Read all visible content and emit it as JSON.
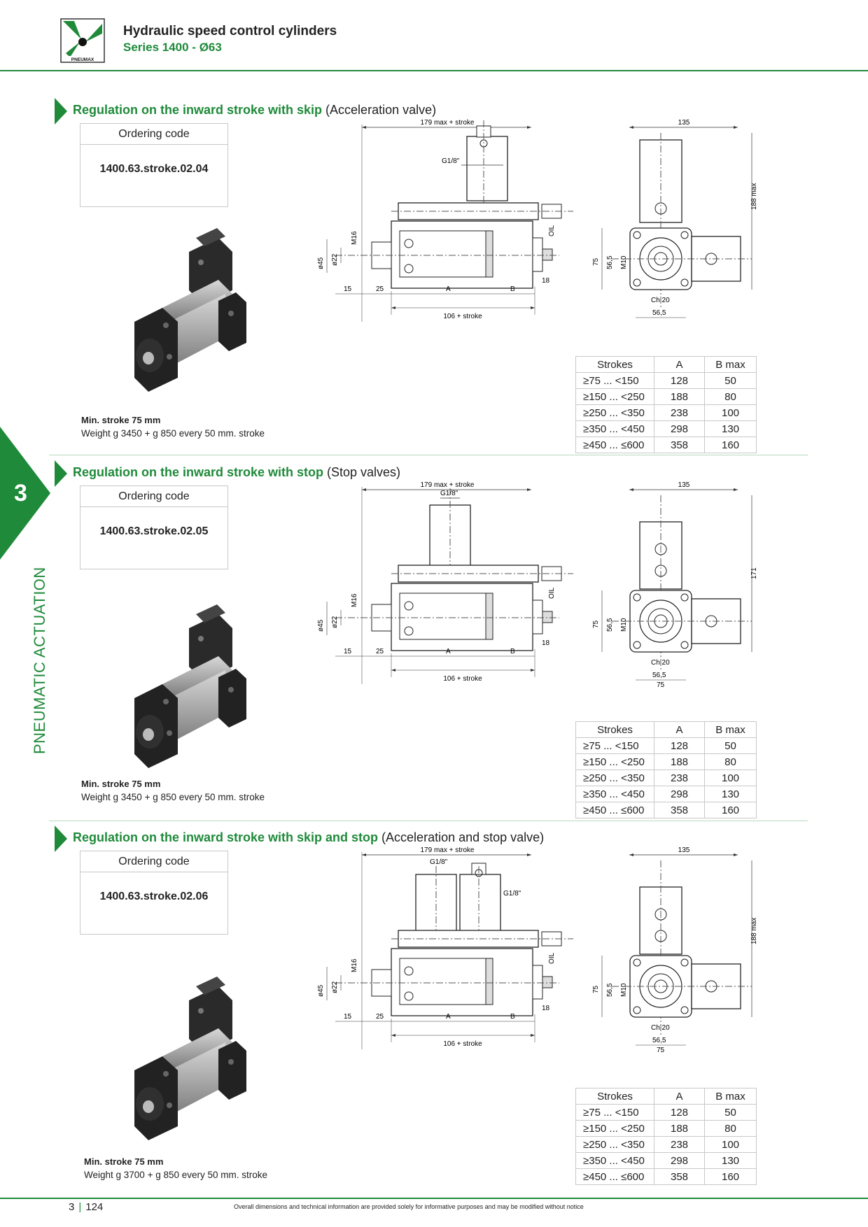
{
  "header": {
    "title": "Hydraulic speed control cylinders",
    "subtitle": "Series 1400 - Ø63",
    "logo_text": "PNEUMAX"
  },
  "side": {
    "chapter": "3",
    "label": "PNEUMATIC ACTUATION"
  },
  "sections": [
    {
      "title_bold": "Regulation on the inward stroke with skip",
      "title_rest": " (Acceleration valve)",
      "ordering_label": "Ordering code",
      "ordering_code": "1400.63.stroke.02.04",
      "min_stroke": "Min. stroke 75 mm",
      "weight": "Weight g 3450 + g 850 every 50 mm. stroke",
      "dims": {
        "length": "179 max + stroke",
        "g": "G1/8\"",
        "m16": "M16",
        "d45": "ø45",
        "d22": "ø22",
        "oil": "OIL",
        "d15": "15",
        "d25": "25",
        "a": "A",
        "b": "B",
        "d18": "18",
        "base": "106 + stroke",
        "width": "135",
        "height": "188 max",
        "h75": "75",
        "h565": "56,5",
        "m10": "M10",
        "ch": "Ch 20",
        "w565": "56,5",
        "w75": ""
      }
    },
    {
      "title_bold": "Regulation on the inward stroke with stop",
      "title_rest": " (Stop valves)",
      "ordering_label": "Ordering code",
      "ordering_code": "1400.63.stroke.02.05",
      "min_stroke": "Min. stroke 75 mm",
      "weight": "Weight g 3450 + g 850 every 50 mm. stroke",
      "dims": {
        "length": "179 max + stroke",
        "g": "G1/8\"",
        "m16": "M16",
        "d45": "ø45",
        "d22": "ø22",
        "oil": "OIL",
        "d15": "15",
        "d25": "25",
        "a": "A",
        "b": "B",
        "d18": "18",
        "base": "106 + stroke",
        "width": "135",
        "height": "171",
        "h75": "75",
        "h565": "56,5",
        "m10": "M10",
        "ch": "Ch 20",
        "w565": "56,5",
        "w75": "75"
      }
    },
    {
      "title_bold": "Regulation on the inward stroke with skip and stop",
      "title_rest": " (Acceleration and stop valve)",
      "ordering_label": "Ordering code",
      "ordering_code": "1400.63.stroke.02.06",
      "min_stroke": "Min. stroke 75 mm",
      "weight": "Weight g 3700 + g 850 every 50 mm. stroke",
      "dims": {
        "length": "179 max + stroke",
        "g": "G1/8\"",
        "m16": "M16",
        "d45": "ø45",
        "d22": "ø22",
        "oil": "OIL",
        "d15": "15",
        "d25": "25",
        "a": "A",
        "b": "B",
        "d18": "18",
        "base": "106 + stroke",
        "width": "135",
        "height": "188 max",
        "h75": "75",
        "h565": "56,5",
        "m10": "M10",
        "ch": "Ch 20",
        "w565": "56,5",
        "w75": "75"
      }
    }
  ],
  "strokes_table": {
    "headers": [
      "Strokes",
      "A",
      "B max"
    ],
    "rows": [
      [
        "≥75  ... <150",
        "128",
        "50"
      ],
      [
        "≥150  ... <250",
        "188",
        "80"
      ],
      [
        "≥250  ... <350",
        "238",
        "100"
      ],
      [
        "≥350  ... <450",
        "298",
        "130"
      ],
      [
        "≥450  ... ≤600",
        "358",
        "160"
      ]
    ]
  },
  "footer": {
    "chapter": "3",
    "page": "124",
    "note": "Overall dimensions and technical information are provided solely for informative purposes and may be modified without notice"
  },
  "colors": {
    "brand_green": "#1f8a3a"
  }
}
